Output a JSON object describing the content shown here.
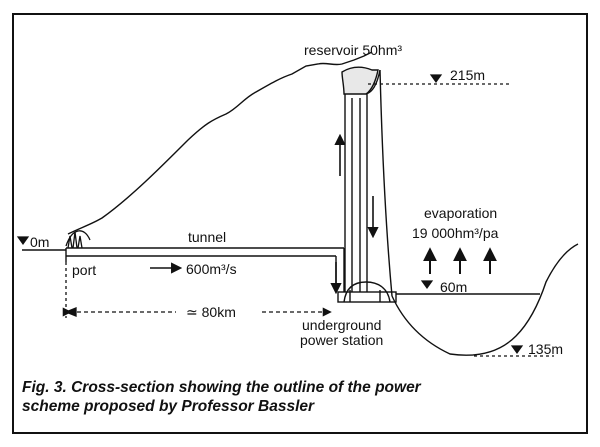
{
  "diagram": {
    "labels": {
      "reservoir": "reservoir 50hm³",
      "elev_215": "215m",
      "elev_0": "0m",
      "tunnel": "tunnel",
      "port": "port",
      "flow": "600m³/s",
      "evaporation": "evaporation",
      "evaporation_rate": "19 000hm³/pa",
      "elev_60": "60m",
      "distance": "≃ 80km",
      "station_line1": "underground",
      "station_line2": "power station",
      "elev_135": "135m"
    },
    "caption": {
      "line1": "Fig. 3. Cross-section showing the outline of the power",
      "line2": "scheme proposed by Professor Bassler"
    }
  }
}
